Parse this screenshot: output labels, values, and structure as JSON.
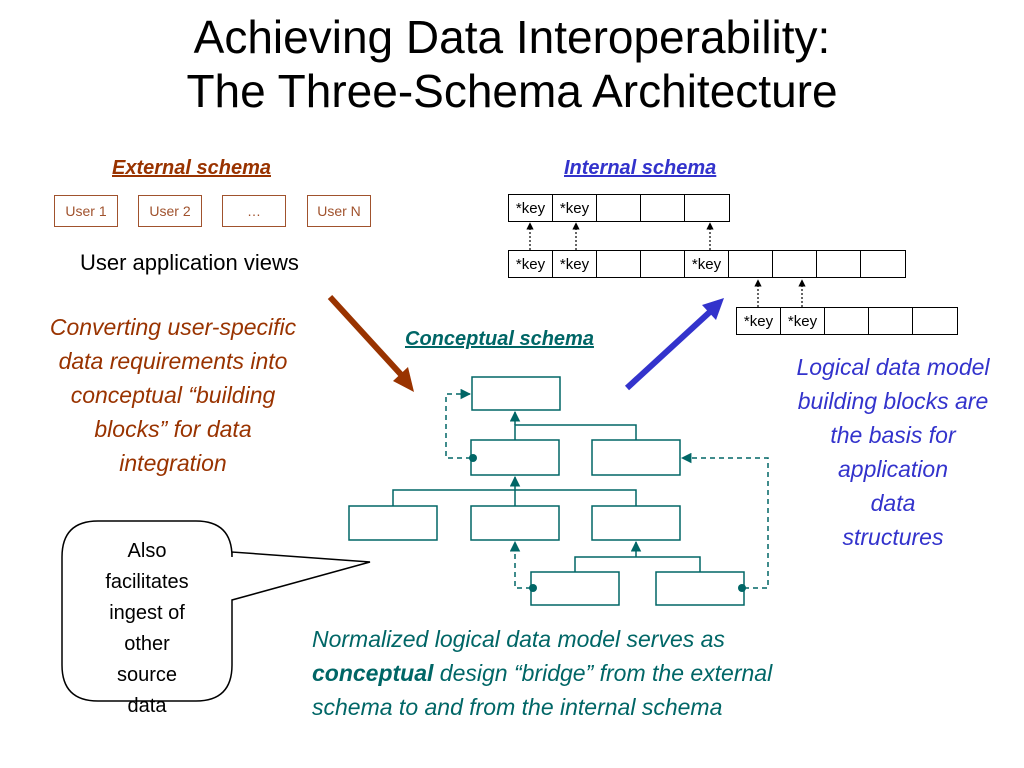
{
  "title": {
    "line1": "Achieving Data Interoperability:",
    "line2": "The Three-Schema Architecture"
  },
  "external": {
    "heading": "External schema",
    "users": [
      "User 1",
      "User 2",
      "…",
      "User N"
    ],
    "views_label": "User application views",
    "description": [
      "Converting user-specific",
      "data requirements into",
      "conceptual “building",
      "blocks” for data",
      "integration"
    ]
  },
  "internal": {
    "heading": "Internal schema",
    "rows": [
      [
        "*key",
        "*key",
        "",
        "",
        ""
      ],
      [
        "*key",
        "*key",
        "",
        "",
        "*key",
        "",
        "",
        "",
        ""
      ],
      [
        "*key",
        "*key",
        "",
        "",
        ""
      ]
    ],
    "description": [
      "Logical data model",
      "building blocks are",
      "the basis for",
      "application",
      "data",
      "structures"
    ]
  },
  "conceptual": {
    "heading": "Conceptual schema",
    "note_prefix": "Normalized logical data model serves as",
    "note_bold": "conceptual",
    "note_rest": " design “bridge” from the external",
    "note_line3": "schema to and from the internal schema"
  },
  "bubble": {
    "lines": [
      "Also",
      "facilitates",
      "ingest of",
      "other",
      "source",
      "data"
    ]
  },
  "colors": {
    "brown": "#993300",
    "blue": "#3333cc",
    "teal": "#006666",
    "user_box": "#a0522d"
  }
}
